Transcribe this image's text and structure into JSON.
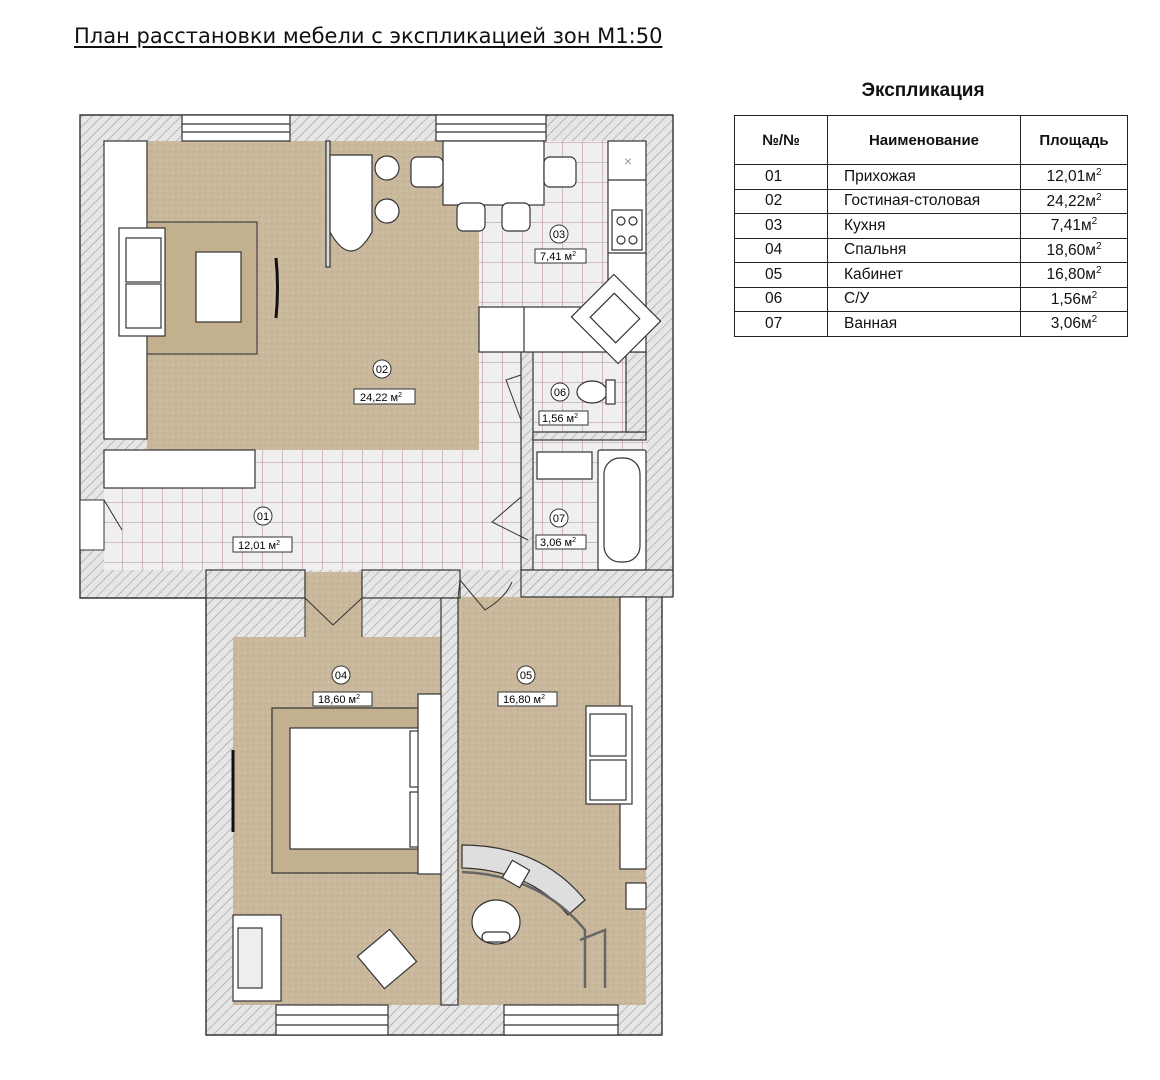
{
  "title": "План расстановки мебели с экспликацией зон М1:50",
  "explication": {
    "heading": "Экспликация",
    "columns": [
      "№/№",
      "Наименование",
      "Площадь"
    ],
    "area_unit": "м",
    "area_exp": "2",
    "rows": [
      {
        "num": "01",
        "name": "Прихожая",
        "area": "12,01"
      },
      {
        "num": "02",
        "name": "Гостиная-столовая",
        "area": "24,22"
      },
      {
        "num": "03",
        "name": "Кухня",
        "area": "7,41"
      },
      {
        "num": "04",
        "name": "Спальня",
        "area": "18,60"
      },
      {
        "num": "05",
        "name": "Кабинет",
        "area": "16,80"
      },
      {
        "num": "06",
        "name": "С/У",
        "area": "1,56"
      },
      {
        "num": "07",
        "name": "Ванная",
        "area": "3,06"
      }
    ]
  },
  "rooms": [
    {
      "num": "01",
      "area": "12,01 м",
      "exp": "2"
    },
    {
      "num": "02",
      "area": "24,22 м",
      "exp": "2"
    },
    {
      "num": "03",
      "area": "7,41 м",
      "exp": "2"
    },
    {
      "num": "04",
      "area": "18,60 м",
      "exp": "2"
    },
    {
      "num": "05",
      "area": "16,80 м",
      "exp": "2"
    },
    {
      "num": "06",
      "area": "1,56 м",
      "exp": "2"
    },
    {
      "num": "07",
      "area": "3,06 м",
      "exp": "2"
    }
  ],
  "colors": {
    "wall_hatch": "#e3e3e3",
    "floor_beige": "#c8b79b",
    "tile": "#efefef",
    "tile_grid": "#9a5a5a",
    "furniture": "#ffffff",
    "line": "#222222"
  }
}
